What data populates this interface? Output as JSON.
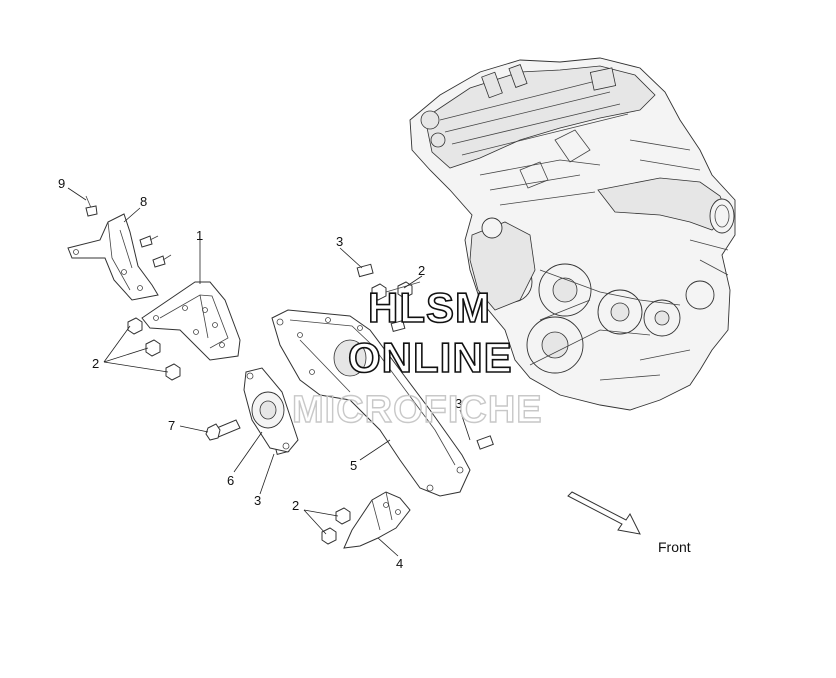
{
  "diagram": {
    "callouts": [
      {
        "id": "c9",
        "text": "9"
      },
      {
        "id": "c8",
        "text": "8"
      },
      {
        "id": "c1",
        "text": "1"
      },
      {
        "id": "c2a",
        "text": "2"
      },
      {
        "id": "c3a",
        "text": "3"
      },
      {
        "id": "c2b",
        "text": "2"
      },
      {
        "id": "c7",
        "text": "7"
      },
      {
        "id": "c6",
        "text": "6"
      },
      {
        "id": "c3b",
        "text": "3"
      },
      {
        "id": "c5",
        "text": "5"
      },
      {
        "id": "c3c",
        "text": "3"
      },
      {
        "id": "c2c",
        "text": "2"
      },
      {
        "id": "c4",
        "text": "4"
      }
    ],
    "direction_label": "Front"
  },
  "watermark": {
    "line1": "HLSM",
    "line2": "ONLINE",
    "line3": "MICROFICHE"
  }
}
